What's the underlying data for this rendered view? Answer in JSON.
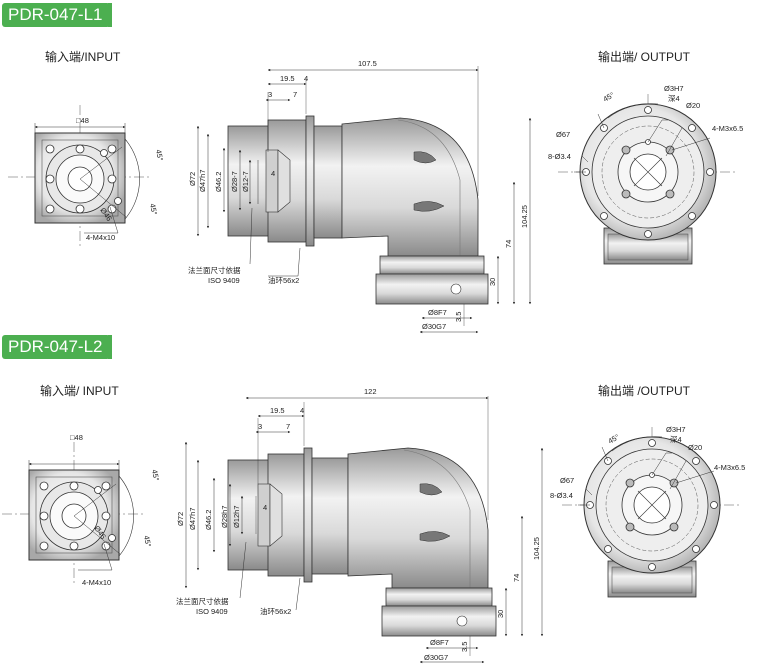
{
  "sections": [
    {
      "model": "PDR-047-L1",
      "input_caption": "输入端/INPUT",
      "output_caption": "输出端/ OUTPUT",
      "input_dims": {
        "square": "□48",
        "bolt_circle": "Ø46",
        "angle_a": "45°",
        "angle_b": "45°",
        "holes": "4-M4x10"
      },
      "side_dims": {
        "total": "107.5",
        "d19_5": "19.5",
        "d4": "4",
        "d3": "3",
        "d7": "7",
        "d4b": "4",
        "dia72": "Ø72",
        "dia47": "Ø47h7",
        "dia46_2": "Ø46.2",
        "dia28": "Ø28-7",
        "dia12": "Ø12-7",
        "h104": "104.25",
        "h74": "74",
        "h30": "30",
        "h3_5": "3.5",
        "dia8": "Ø8F7",
        "dia30": "Ø30G7",
        "flange_note_1": "法兰面尺寸依据",
        "flange_note_2": "ISO 9409",
        "oil_ring": "油环56x2"
      },
      "output_dims": {
        "angle": "45°",
        "pin": "Ø3H7",
        "pin_depth": "深4",
        "d20": "Ø20",
        "threads": "4-M3x6.5",
        "d67": "Ø67",
        "holes": "8-Ø3.4"
      }
    },
    {
      "model": "PDR-047-L2",
      "input_caption": "输入端/ INPUT",
      "output_caption": "输出端 /OUTPUT",
      "input_dims": {
        "square": "□48",
        "bolt_circle": "Ø46",
        "angle_a": "45°",
        "angle_b": "45°",
        "holes": "4-M4x10"
      },
      "side_dims": {
        "total": "122",
        "d19_5": "19.5",
        "d4": "4",
        "d3": "3",
        "d7": "7",
        "d4b": "4",
        "dia72": "Ø72",
        "dia47": "Ø47h7",
        "dia46_2": "Ø46.2",
        "dia28": "Ø28h7",
        "dia12": "Ø12h7",
        "h104": "104.25",
        "h74": "74",
        "h30": "30",
        "h3_5": "3.5",
        "dia8": "Ø8F7",
        "dia30": "Ø30G7",
        "flange_note_1": "法兰面尺寸依据",
        "flange_note_2": "ISO 9409",
        "oil_ring": "油环56x2"
      },
      "output_dims": {
        "angle": "45°",
        "pin": "Ø3H7",
        "pin_depth": "深4",
        "d20": "Ø20",
        "threads": "4-M3x6.5",
        "d67": "Ø67",
        "holes": "8-Ø3.4"
      }
    }
  ]
}
